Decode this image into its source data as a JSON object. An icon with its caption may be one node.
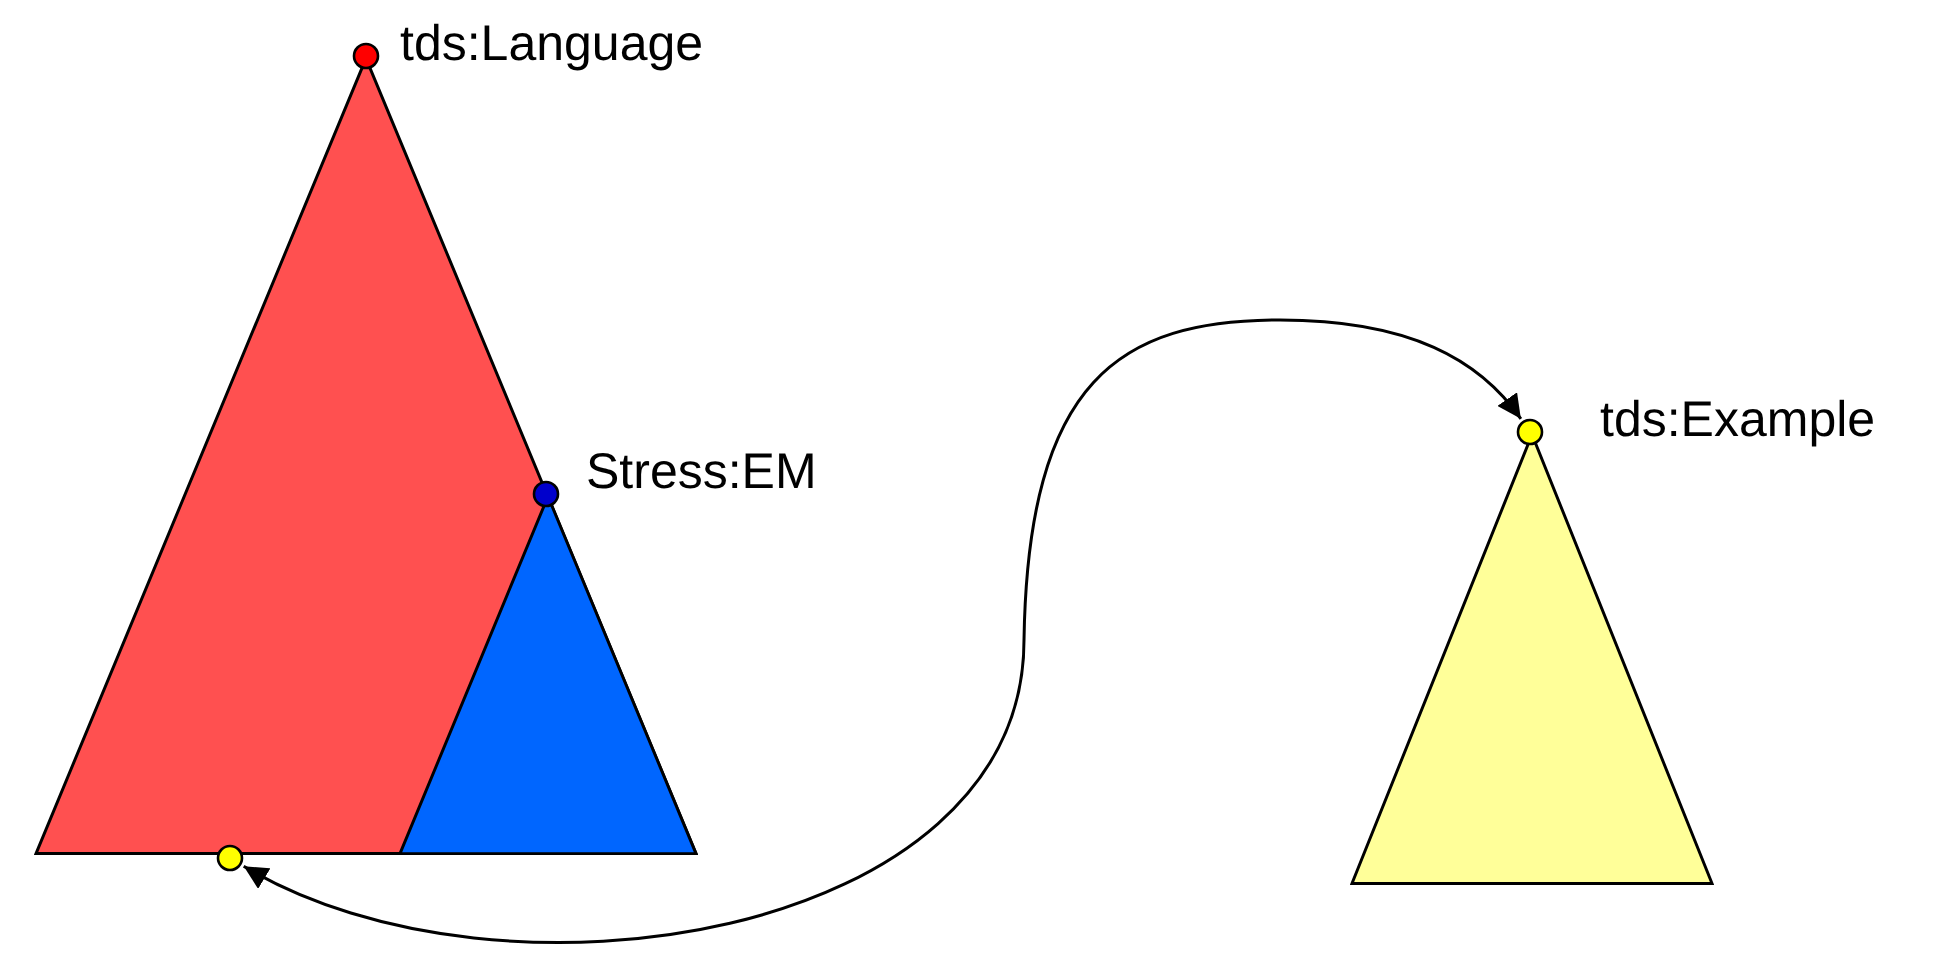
{
  "diagram": {
    "nodes": [
      {
        "text": [],
        "shape": "triangle"
      },
      {
        "text": [],
        "shape": "triangle",
        "in": 0
      },
      {
        "text": [],
        "shape": "triangle"
      },
      {
        "text": [
          "tds:Language"
        ]
      },
      {
        "text": [
          "Stress:EM"
        ],
        "in": 0
      },
      {
        "text": [
          "tds:Example"
        ]
      },
      {
        "text": [],
        "shape": "circle"
      }
    ],
    "edges": [
      {
        "from": 6,
        "to": 5,
        "arrow": "both"
      }
    ]
  }
}
